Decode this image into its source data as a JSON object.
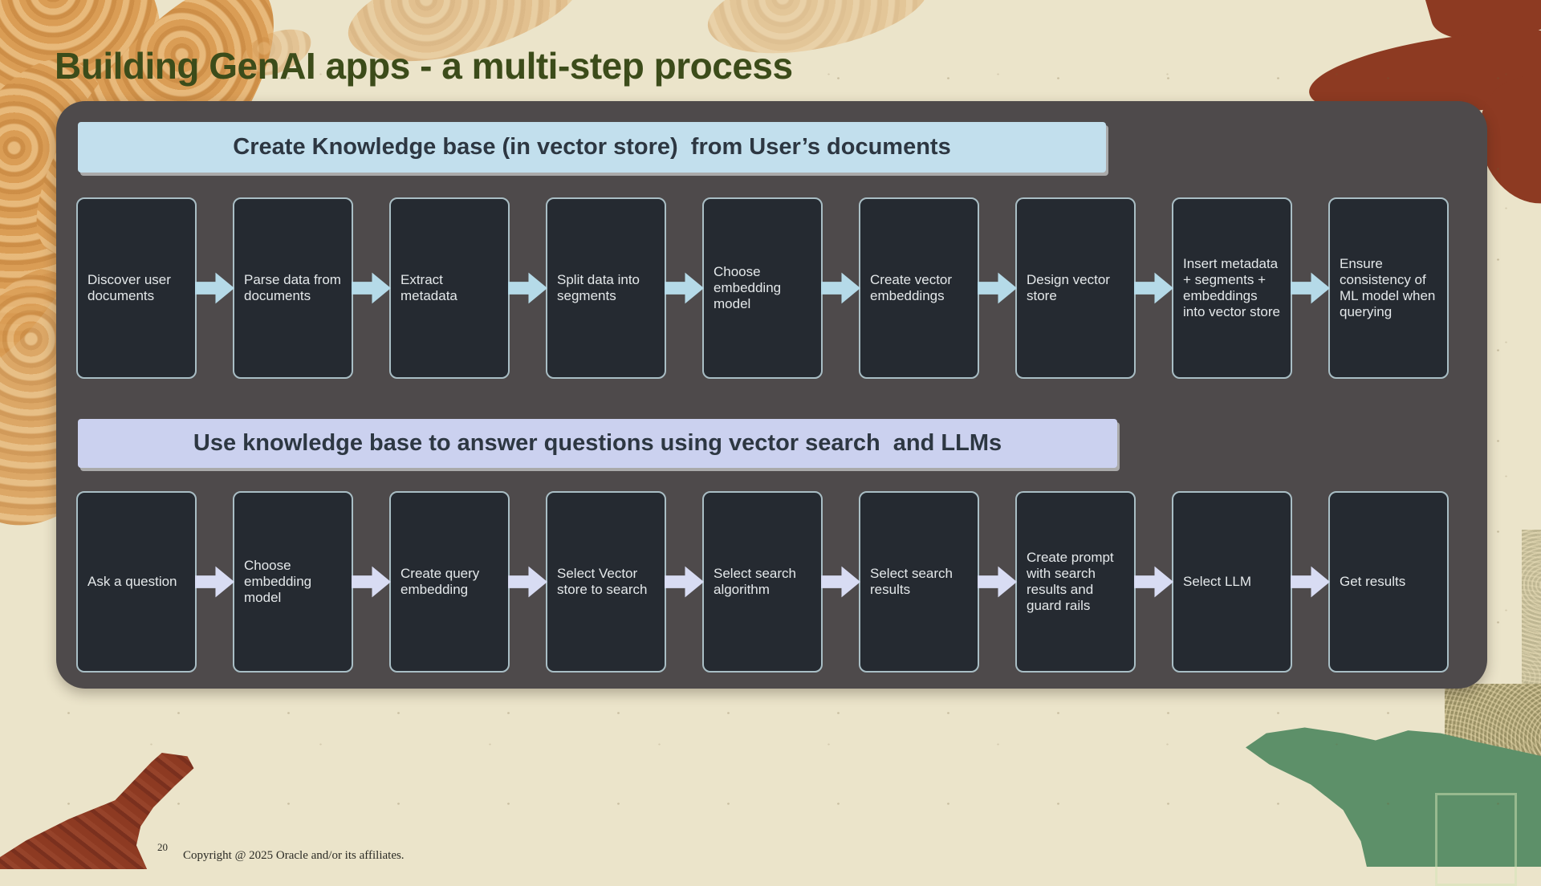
{
  "slide": {
    "title": "Building GenAI apps - a multi-step process",
    "page_number": "20",
    "copyright": "Copyright @ 2025 Oracle and/or its affiliates."
  },
  "colors": {
    "background": "#ebe4ca",
    "title": "#3c4c1a",
    "panel": "#4e4a4b",
    "box_bg": "#252a31",
    "box_border": "#a9bec5",
    "banner1_bg": "#c2dfed",
    "banner2_bg": "#cbd1ef",
    "arrow1": "#b5dae8",
    "arrow2": "#d8dcf3"
  },
  "icons": {
    "flow_arrow": "right-block-arrow"
  },
  "sections": [
    {
      "banner": "Create Knowledge base (in vector store)  from User’s documents",
      "steps": [
        "Discover user documents",
        "Parse data from documents",
        "Extract metadata",
        "Split data into segments",
        "Choose embedding model",
        "Create vector embeddings",
        "Design vector store",
        "Insert metadata + segments + embeddings into vector store",
        "Ensure consistency of ML model when querying"
      ]
    },
    {
      "banner": "Use knowledge base to answer questions using vector search  and LLMs",
      "steps": [
        "Ask a question",
        "Choose embedding model",
        "Create query embedding",
        "Select Vector store to search",
        "Select search algorithm",
        "Select search results",
        "Create prompt with search results and guard rails",
        "Select LLM",
        "Get results"
      ]
    }
  ]
}
